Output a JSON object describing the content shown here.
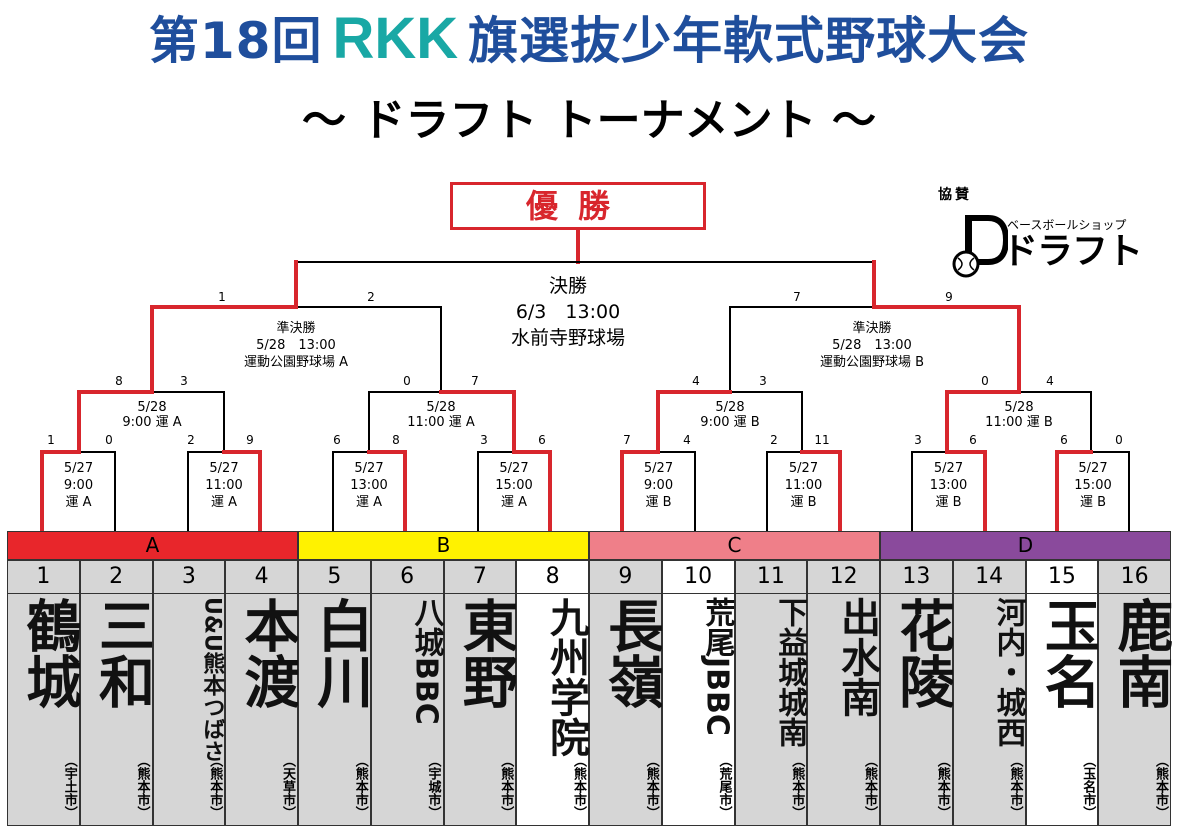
{
  "title": {
    "prefix": "第18回",
    "brand": "RKK",
    "suffix": "旗選抜少年軟式野球大会",
    "subtitle": "～ ドラフト トーナメント ～"
  },
  "champion_label": "優勝",
  "sponsor": {
    "label": "協賛",
    "name": "ベースボールショップ",
    "brand": "ドラフト"
  },
  "final": {
    "name": "決勝",
    "datetime": "6/3　13:00",
    "venue": "水前寺野球場",
    "scores": [
      "1",
      "2",
      "7",
      "9"
    ]
  },
  "semis": [
    {
      "name": "準決勝",
      "datetime": "5/28　13:00",
      "venue": "運動公園野球場 A"
    },
    {
      "name": "準決勝",
      "datetime": "5/28　13:00",
      "venue": "運動公園野球場 B"
    }
  ],
  "quarters": [
    {
      "info": "5/28\n9:00 運 A",
      "scores": [
        "8",
        "3"
      ]
    },
    {
      "info": "5/28\n11:00 運 A",
      "scores": [
        "0",
        "7"
      ]
    },
    {
      "info": "5/28\n9:00 運 B",
      "scores": [
        "4",
        "3"
      ]
    },
    {
      "info": "5/28\n11:00 運 B",
      "scores": [
        "0",
        "4"
      ]
    }
  ],
  "round1": [
    {
      "info": "5/27\n9:00\n運 A",
      "scores": [
        "1",
        "0"
      ]
    },
    {
      "info": "5/27\n11:00\n運 A",
      "scores": [
        "2",
        "9"
      ]
    },
    {
      "info": "5/27\n13:00\n運 A",
      "scores": [
        "6",
        "8"
      ]
    },
    {
      "info": "5/27\n15:00\n運 A",
      "scores": [
        "3",
        "6"
      ]
    },
    {
      "info": "5/27\n9:00\n運 B",
      "scores": [
        "7",
        "4"
      ]
    },
    {
      "info": "5/27\n11:00\n運 B",
      "scores": [
        "2",
        "11"
      ]
    },
    {
      "info": "5/27\n13:00\n運 B",
      "scores": [
        "3",
        "6"
      ]
    },
    {
      "info": "5/27\n15:00\n運 B",
      "scores": [
        "6",
        "0"
      ]
    }
  ],
  "blocks": [
    {
      "label": "A",
      "color": "#e8262b"
    },
    {
      "label": "B",
      "color": "#fff200"
    },
    {
      "label": "C",
      "color": "#ef7f89"
    },
    {
      "label": "D",
      "color": "#8a4a9c"
    }
  ],
  "teams": [
    {
      "num": "1",
      "name": "鶴城",
      "city": "（宇土市）"
    },
    {
      "num": "2",
      "name": "三和",
      "city": "（熊本市）"
    },
    {
      "num": "3",
      "name": "U&U熊本つばさ",
      "city": "（熊本市）"
    },
    {
      "num": "4",
      "name": "本渡",
      "city": "（天草市）"
    },
    {
      "num": "5",
      "name": "白川",
      "city": "（熊本市）"
    },
    {
      "num": "6",
      "name": "八城BBC",
      "city": "（宇城市）"
    },
    {
      "num": "7",
      "name": "東野",
      "city": "（熊本市）"
    },
    {
      "num": "8",
      "name": "九州学院",
      "city": "（熊本市）"
    },
    {
      "num": "9",
      "name": "長嶺",
      "city": "（熊本市）"
    },
    {
      "num": "10",
      "name": "荒尾JBBC",
      "city": "（荒尾市）"
    },
    {
      "num": "11",
      "name": "下益城城南",
      "city": "（熊本市）"
    },
    {
      "num": "12",
      "name": "出水南",
      "city": "（熊本市）"
    },
    {
      "num": "13",
      "name": "花陵",
      "city": "（熊本市）"
    },
    {
      "num": "14",
      "name": "河内・城西",
      "city": "（熊本市）"
    },
    {
      "num": "15",
      "name": "玉名",
      "city": "（玉名市）"
    },
    {
      "num": "16",
      "name": "鹿南",
      "city": "（熊本市）"
    }
  ]
}
